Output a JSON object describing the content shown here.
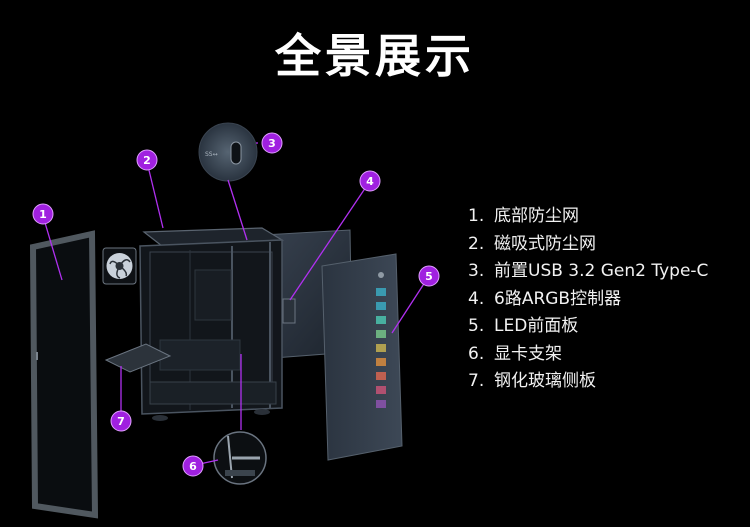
{
  "title": "全景展示",
  "callouts": [
    "1",
    "2",
    "3",
    "4",
    "5",
    "6",
    "7"
  ],
  "legend": [
    {
      "num": "1.",
      "label": "底部防尘网"
    },
    {
      "num": "2.",
      "label": "磁吸式防尘网"
    },
    {
      "num": "3.",
      "label": "前置USB 3.2 Gen2 Type-C"
    },
    {
      "num": "4.",
      "label": "6路ARGB控制器"
    },
    {
      "num": "5.",
      "label": "LED前面板"
    },
    {
      "num": "6.",
      "label": "显卡支架"
    },
    {
      "num": "7.",
      "label": "钢化玻璃侧板"
    }
  ],
  "colors": {
    "background": "#000000",
    "accent": "#a020e0",
    "line": "#b030f0"
  }
}
